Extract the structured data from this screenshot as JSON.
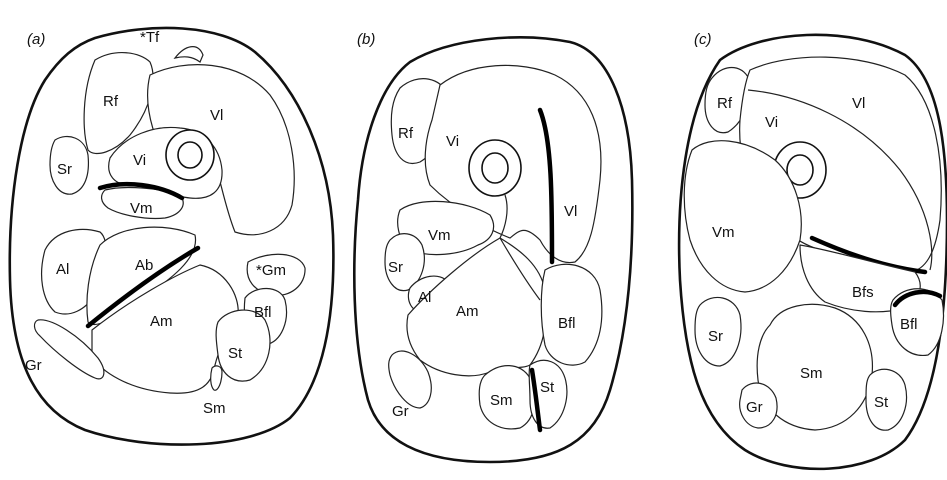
{
  "panels": [
    {
      "label": "(a)",
      "muscles": [
        "*Tf",
        "Rf",
        "Vl",
        "Sr",
        "Vi",
        "Vm",
        "Al",
        "Ab",
        "*Gm",
        "Bfl",
        "Am",
        "St",
        "Gr",
        "Sm"
      ]
    },
    {
      "label": "(b)",
      "muscles": [
        "Rf",
        "Vi",
        "Vl",
        "Vm",
        "Sr",
        "Al",
        "Am",
        "Bfl",
        "Gr",
        "Sm",
        "St"
      ]
    },
    {
      "label": "(c)",
      "muscles": [
        "Rf",
        "Vi",
        "Vl",
        "Vm",
        "Bfs",
        "Sr",
        "Bfl",
        "Sm",
        "Gr",
        "St"
      ]
    }
  ]
}
